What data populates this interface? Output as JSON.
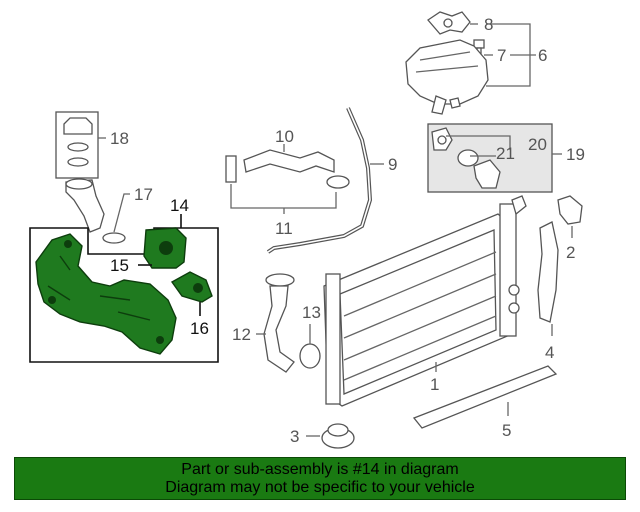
{
  "callouts": {
    "c1": "1",
    "c2": "2",
    "c3": "3",
    "c4": "4",
    "c5": "5",
    "c6": "6",
    "c7": "7",
    "c8": "8",
    "c9": "9",
    "c10": "10",
    "c11": "11",
    "c12": "12",
    "c13": "13",
    "c14": "14",
    "c15": "15",
    "c16": "16",
    "c17": "17",
    "c18": "18",
    "c19": "19",
    "c20": "20",
    "c21": "21"
  },
  "banner": {
    "line1": "Part or sub-assembly is #14 in diagram",
    "line2": "Diagram may not be specific to your vehicle"
  },
  "colors": {
    "highlight_part": "#1f7a1f",
    "banner_background": "#1a7a12",
    "line_art": "#555555"
  }
}
